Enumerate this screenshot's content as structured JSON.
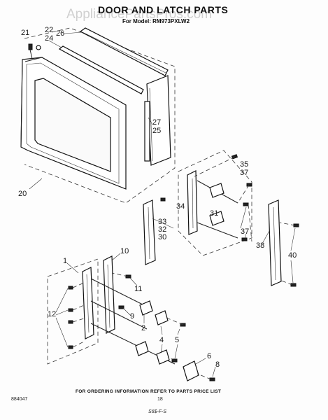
{
  "header": {
    "title": "DOOR AND LATCH PARTS",
    "subtitle": "For Model: RM973PXLW2",
    "watermark": "AppliancePartsPros.com"
  },
  "callouts": {
    "c21": "21",
    "c22": "22",
    "c24": "24",
    "c26": "26",
    "c27": "27",
    "c25": "25",
    "c20": "20",
    "c35": "35",
    "c37a": "37",
    "c34": "34",
    "c31": "31",
    "c33": "33",
    "c32": "32",
    "c30": "30",
    "c37b": "37",
    "c38": "38",
    "c40": "40",
    "c1": "1",
    "c10": "10",
    "c11": "11",
    "c12": "12",
    "c9": "9",
    "c2": "2",
    "c4": "4",
    "c5": "5",
    "c6": "6",
    "c8": "8"
  },
  "footer": {
    "ordering_note": "FOR ORDERING INFORMATION REFER TO PARTS PRICE LIST",
    "doc_number": "884047",
    "page_number": "18",
    "code": "S6$-F-S"
  },
  "colors": {
    "ink": "#111111",
    "paper": "#fdfdfd",
    "watermark": "#9a9a9a"
  }
}
